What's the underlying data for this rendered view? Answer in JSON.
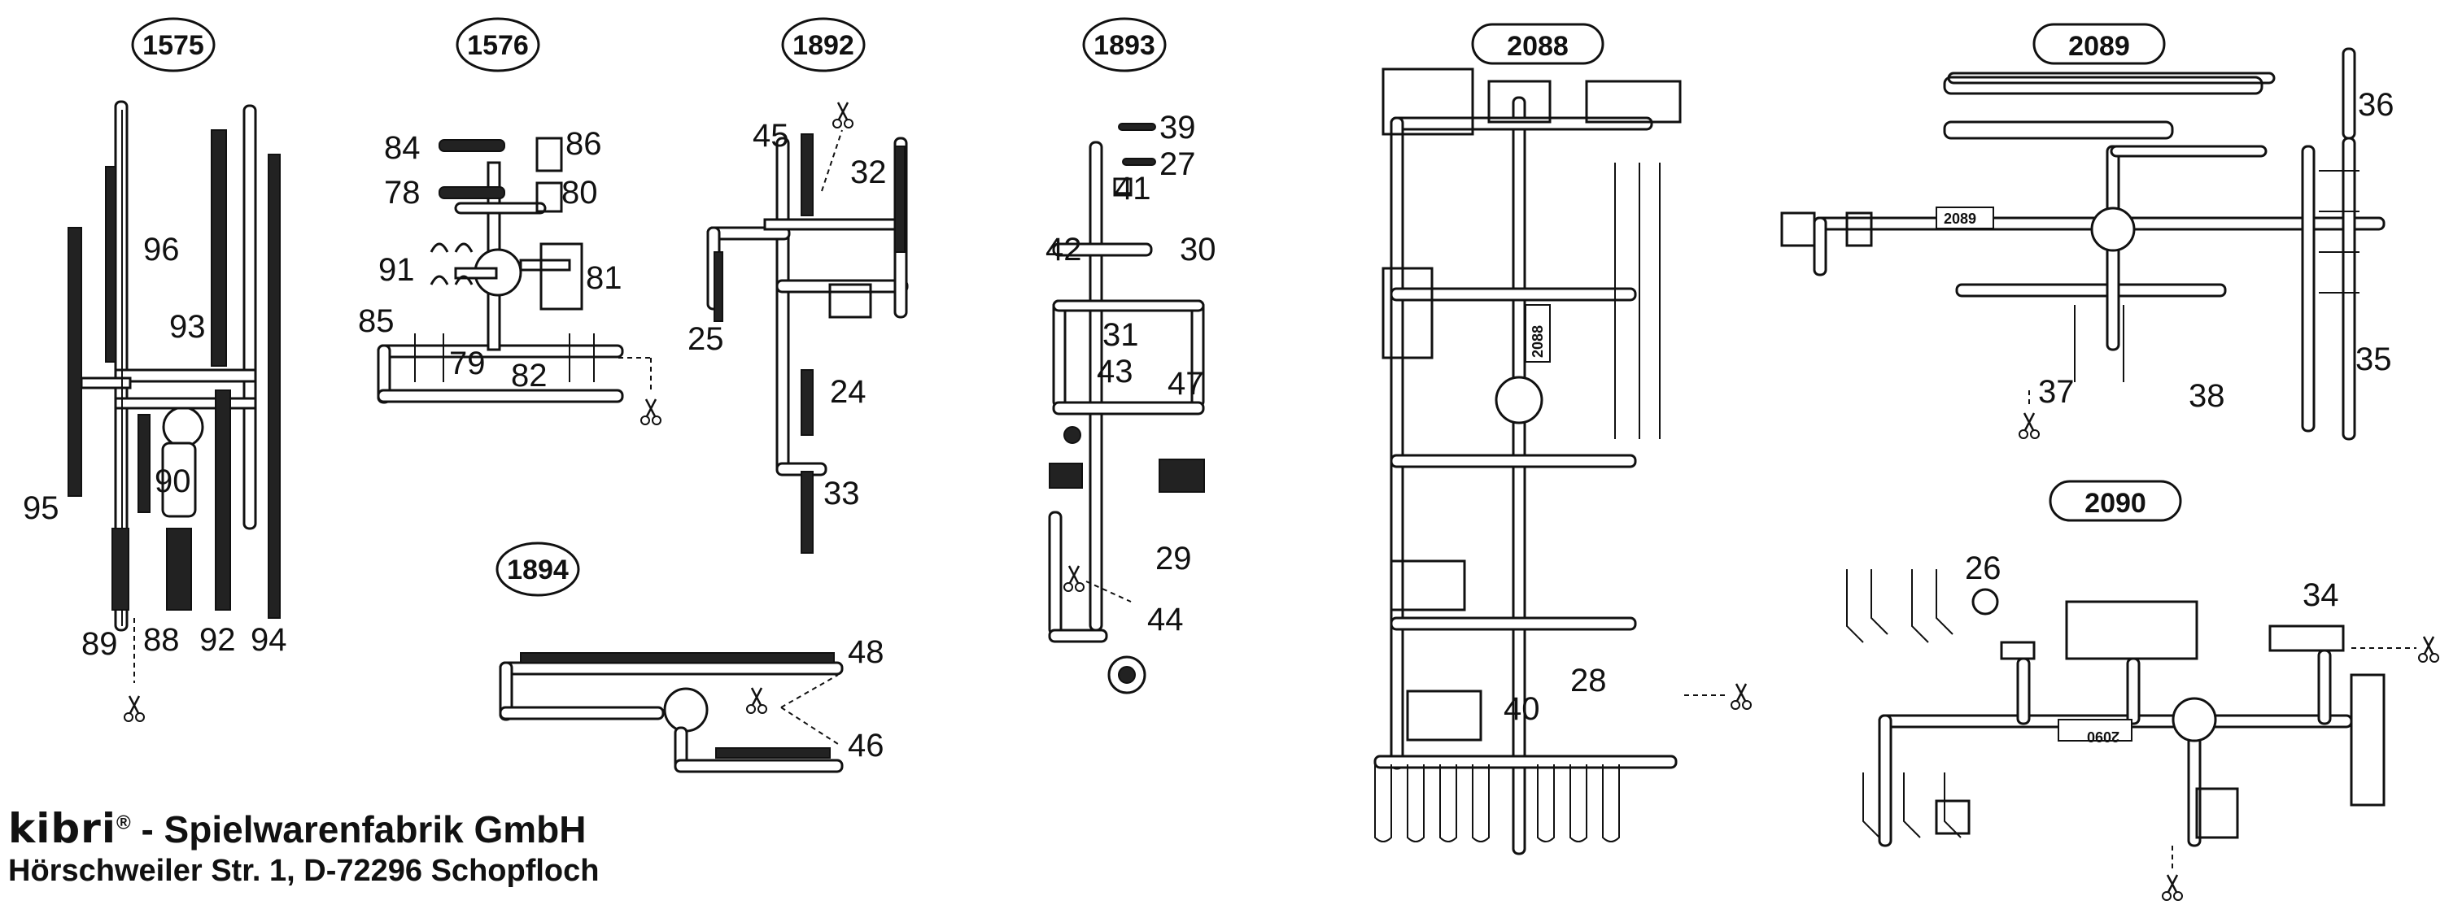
{
  "sheets": [
    {
      "id": "1575",
      "part_numbers": [
        "96",
        "93",
        "95",
        "90",
        "89",
        "88",
        "92",
        "94"
      ]
    },
    {
      "id": "1576",
      "part_numbers": [
        "84",
        "86",
        "78",
        "80",
        "91",
        "81",
        "85",
        "79",
        "82"
      ]
    },
    {
      "id": "1892",
      "part_numbers": [
        "45",
        "32",
        "25",
        "24",
        "33"
      ]
    },
    {
      "id": "1893",
      "part_numbers": [
        "39",
        "27",
        "41",
        "42",
        "30",
        "31",
        "43",
        "47",
        "29",
        "44"
      ]
    },
    {
      "id": "1894",
      "part_numbers": [
        "48",
        "46"
      ]
    },
    {
      "id": "2088",
      "part_numbers": [
        "40",
        "28"
      ],
      "molded_label": "2088"
    },
    {
      "id": "2089",
      "part_numbers": [
        "36",
        "35",
        "37",
        "38"
      ],
      "molded_label": "2089"
    },
    {
      "id": "2090",
      "part_numbers": [
        "26",
        "34"
      ],
      "molded_label": "2090"
    }
  ],
  "footer": {
    "brand": "kibri",
    "registered": "®",
    "company": " - Spielwarenfabrik GmbH",
    "address": "Hörschweiler Str. 1, D-72296 Schopfloch"
  },
  "icons": [
    "scissors-icon"
  ]
}
